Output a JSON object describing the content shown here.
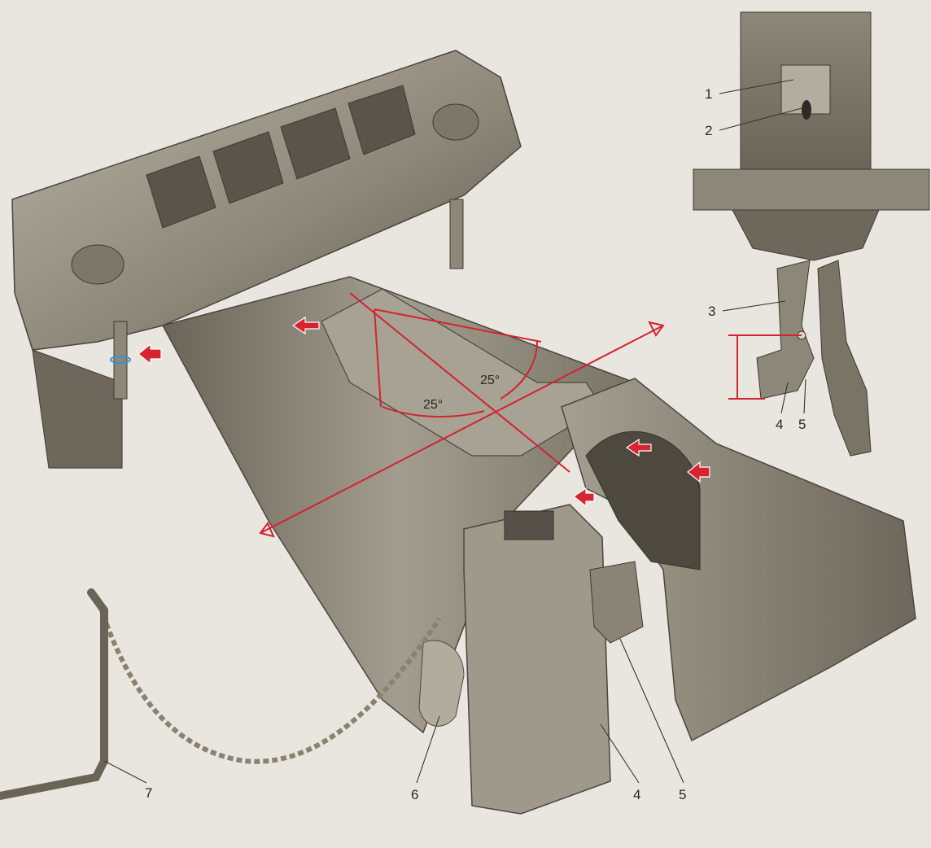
{
  "callouts": {
    "c1": "1",
    "c2": "2",
    "c3": "3",
    "c4_inset": "4",
    "c5_inset": "5",
    "c4_main": "4",
    "c5_main": "5",
    "c6": "6",
    "c7": "7"
  },
  "angles": {
    "a1": "25°",
    "a2": "25°"
  },
  "colors": {
    "background": "#e9e6df",
    "casting": "#9a9486",
    "casting_dark": "#5e594f",
    "casting_light": "#bdb7a9",
    "annotation_red": "#d2232f",
    "chain": "#8a8170"
  }
}
